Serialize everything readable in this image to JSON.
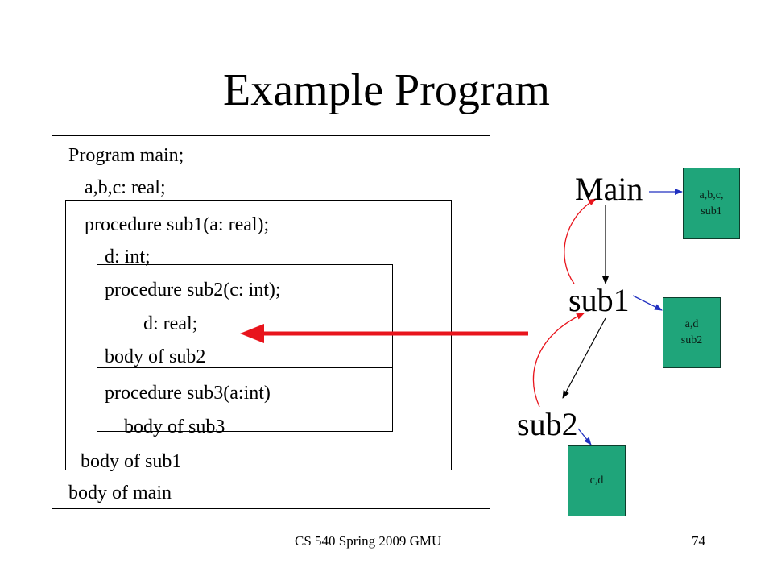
{
  "title": "Example Program",
  "code": {
    "program_main": "Program main;",
    "main_vars": "a,b,c: real;",
    "proc_sub1": "procedure sub1(a: real);",
    "sub1_vars": "d: int;",
    "proc_sub2": "procedure sub2(c: int);",
    "sub2_vars": "d: real;",
    "body_sub2": "body of sub2",
    "proc_sub3": "procedure sub3(a:int)",
    "body_sub3": "body of sub3",
    "body_sub1": "body of sub1",
    "body_main": "body of main"
  },
  "tree": {
    "main": "Main",
    "sub1": "sub1",
    "sub2": "sub2"
  },
  "frames": {
    "main": [
      "a,b,c,",
      "sub1"
    ],
    "sub1": [
      "a,d",
      "sub2"
    ],
    "sub2": [
      "c,d"
    ]
  },
  "colors": {
    "frame_fill": "#1fa57a",
    "static_link": "#e8141c",
    "frame_pointer": "#2030c0"
  },
  "footer": {
    "left": "CS 540 Spring 2009 GMU",
    "right": "74"
  }
}
